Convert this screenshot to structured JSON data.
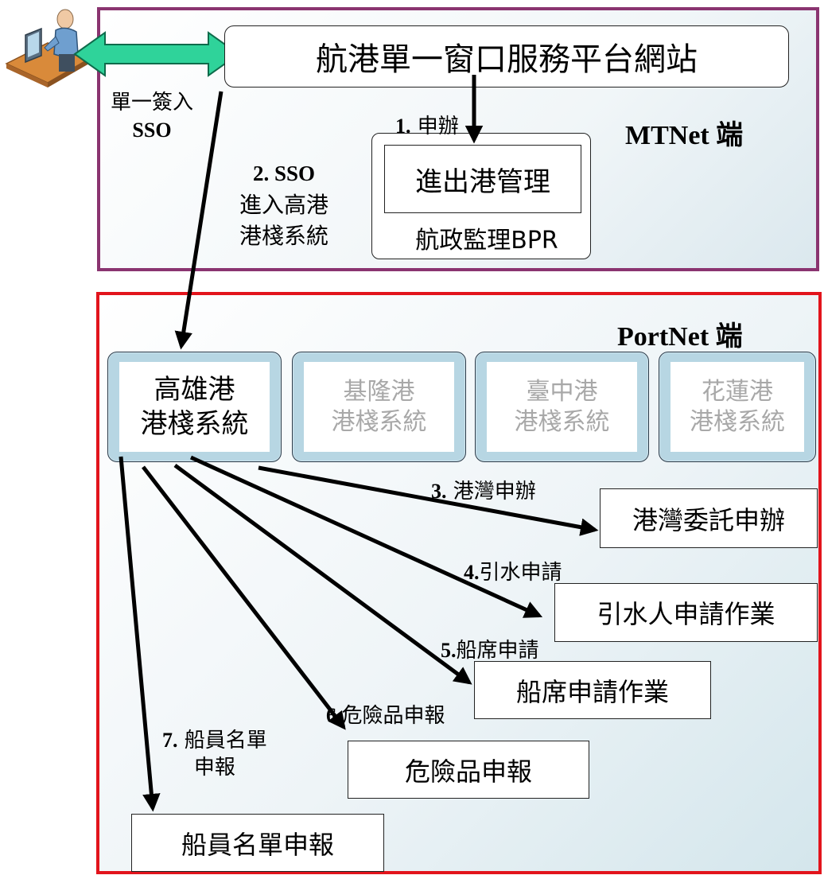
{
  "mtnet": {
    "region_label": "MTNet 端",
    "portal_title": "航港單一窗口服務平台網站",
    "single_signon_line1": "單一簽入",
    "single_signon_line2": "SSO",
    "step1_num": "1.",
    "step1_text": "申辦",
    "step2_line1": "2. SSO",
    "step2_line2": "進入高港",
    "step2_line3": "港棧系統",
    "bpr_inner_label": "進出港管理",
    "bpr_label": "航政監理BPR"
  },
  "portnet": {
    "region_label": "PortNet 端",
    "systems": [
      {
        "line1": "高雄港",
        "line2": "港棧系統",
        "active": true
      },
      {
        "line1": "基隆港",
        "line2": "港棧系統",
        "active": false
      },
      {
        "line1": "臺中港",
        "line2": "港棧系統",
        "active": false
      },
      {
        "line1": "花蓮港",
        "line2": "港棧系統",
        "active": false
      }
    ],
    "steps": [
      {
        "num": "3.",
        "text": "港灣申辦",
        "box": "港灣委託申辦"
      },
      {
        "num": "4.",
        "text": "引水申請",
        "box": "引水人申請作業"
      },
      {
        "num": "5.",
        "text": "船席申請",
        "box": "船席申請作業"
      },
      {
        "num": "6.",
        "text": "危險品申報",
        "box": "危險品申報"
      },
      {
        "num": "7.",
        "text_line1": "船員名單",
        "text_line2": "申報",
        "box": "船員名單申報"
      }
    ]
  },
  "icons": [
    "user-at-computer-icon",
    "double-headed-arrow-icon"
  ],
  "colors": {
    "mtnet_border": "#8a3470",
    "portnet_border": "#e2141c",
    "sso_arrow": "#2fd39a",
    "system_card": "#b7d6e3",
    "inactive_text": "#a8a8a8"
  }
}
